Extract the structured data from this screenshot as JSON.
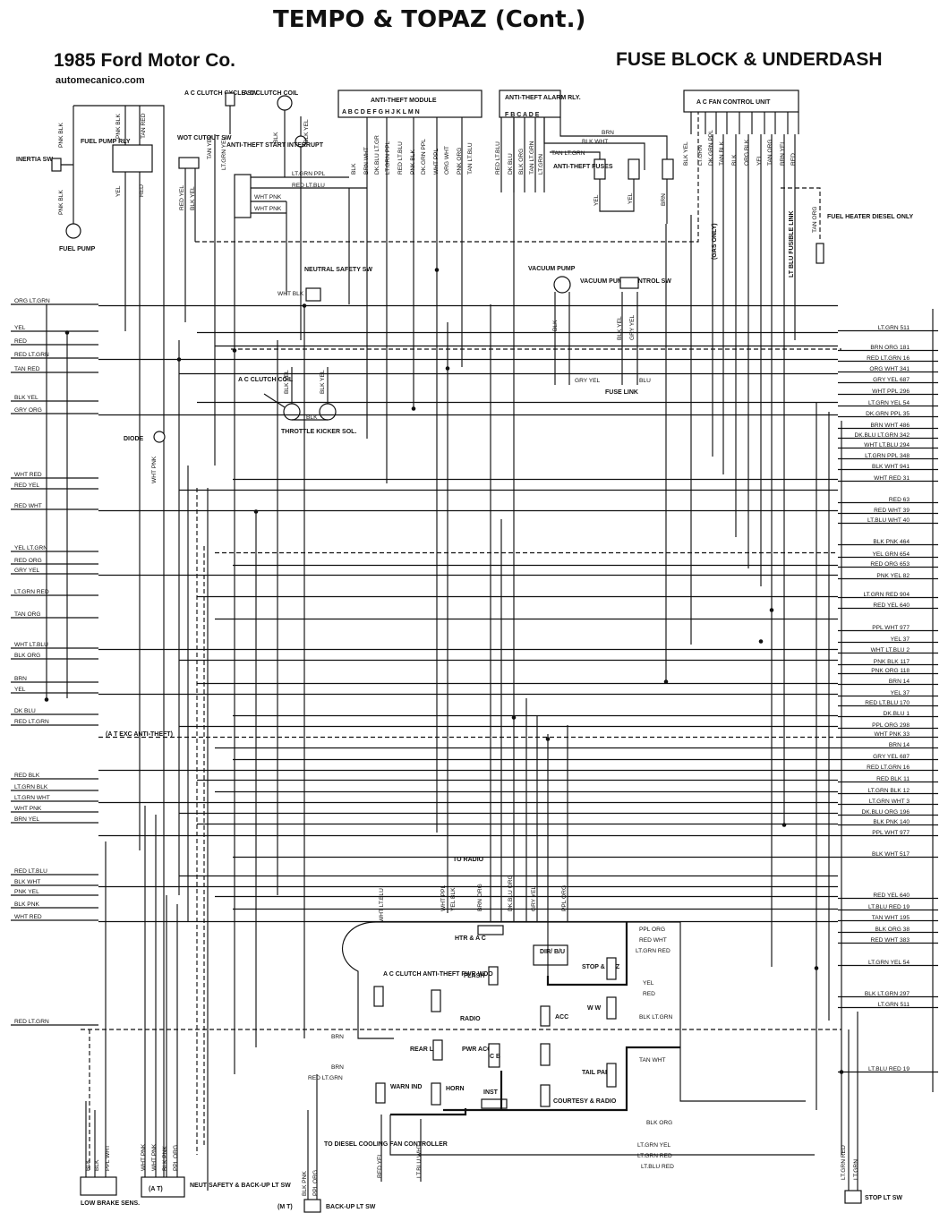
{
  "header": {
    "title": "TEMPO & TOPAZ (Cont.)",
    "subtitle": "1985 Ford Motor Co.",
    "website": "automecanico.com",
    "section": "FUSE BLOCK & UNDERDASH"
  },
  "components": {
    "inertia_sw": "INERTIA SW",
    "fuel_pump_rly": "FUEL PUMP RLY",
    "fuel_pump": "FUEL PUMP",
    "ac_clutch_cycle_sw": "A C CLUTCH CYCLE SW",
    "ac_clutch_coil_top": "A C CLUTCH COIL",
    "wot_cutout_sw": "WOT CUTOUT SW",
    "anti_theft_start_interrupt": "ANTI-THEFT START INTERRUPT",
    "anti_theft_module": "ANTI-THEFT MODULE",
    "anti_theft_module_pins": "A B C D E F G H J K L M N",
    "anti_theft_alarm_rly": "ANTI-THEFT ALARM RLY.",
    "alarm_pins": "F B C A D E",
    "anti_theft_fuses": "ANTI-THEFT FUSES",
    "ac_fan_control_unit": "A C FAN CONTROL UNIT",
    "fuel_heater_diesel_only": "FUEL HEATER DIESEL ONLY",
    "gas_only": "(GAS ONLY)",
    "fusible_link": "LT BLU FUSIBLE LINK",
    "neutral_safety_sw": "NEUTRAL SAFETY SW",
    "vacuum_pump": "VACUUM PUMP",
    "vacuum_pump_control_sw": "VACUUM PUMP CONTROL SW",
    "fuse_link": "FUSE LINK",
    "ac_clutch_coil_mid": "A C CLUTCH COIL",
    "throttle_kicker_sol": "THROTTLE KICKER SOL.",
    "diode": "DIODE",
    "at_exc_anti_theft": "(A T EXC ANTI-THEFT)",
    "to_radio": "TO RADIO",
    "low_brake_sens": "LOW BRAKE SENS.",
    "neut_safety_backup_lt_sw": "NEUT SAFETY & BACK-UP LT SW",
    "at": "(A T)",
    "to_diesel_cooling_fan_controller": "TO DIESEL COOLING FAN CONTROLLER",
    "mt": "(M T)",
    "back_up_lt_sw": "BACK-UP LT SW",
    "stop_lt_sw": "STOP LT SW"
  },
  "fuse_block": {
    "htr_ac": "HTR & A C",
    "dir_bu": "DIR/ B/U",
    "flash": "FLASH",
    "stop_haz": "STOP & HAZ",
    "ac_clutch_anti_theft_pwr_wdo": "A C CLUTCH ANTI-THEFT PWR WDO",
    "radio": "RADIO",
    "acc": "ACC",
    "w_w": "W W",
    "rear_lt": "REAR LT",
    "pwr_acc": "PWR ACC",
    "cb": "C B",
    "tail_park": "TAIL PARK",
    "warn_ind": "WARN IND",
    "horn": "HORN",
    "inst": "INST",
    "courtesy_radio": "COURTESY & RADIO"
  },
  "left_wires": [
    "ORG LT.GRN",
    "YEL",
    "RED",
    "RED LT.GRN",
    "TAN RED",
    "BLK YEL",
    "GRY ORG",
    "WHT RED",
    "RED YEL",
    "RED WHT",
    "YEL LT.GRN",
    "RED ORG",
    "GRY YEL",
    "LT.GRN RED",
    "TAN ORG",
    "WHT LT.BLU",
    "BLK ORG",
    "BRN",
    "YEL",
    "DK BLU",
    "RED LT.GRN",
    "RED BLK",
    "LT.GRN BLK",
    "LT.GRN WHT",
    "WHT PNK",
    "BRN YEL",
    "RED LT.BLU",
    "BLK WHT",
    "PNK YEL",
    "BLK PNK",
    "WHT RED",
    "RED LT.GRN"
  ],
  "right_wires": [
    "LT.GRN 511",
    "BRN ORG 181",
    "RED LT.GRN 16",
    "ORG WHT 341",
    "GRY YEL 687",
    "WHT PPL 296",
    "LT.GRN YEL 54",
    "DK.GRN PPL 35",
    "BRN WHT 486",
    "DK.BLU LT.GRN 342",
    "WHT LT.BLU 294",
    "LT.GRN PPL 348",
    "BLK WHT 941",
    "WHT RED 31",
    "RED 63",
    "RED WHT 39",
    "LT.BLU WHT 40",
    "BLK PNK 464",
    "YEL GRN 654",
    "RED ORG 653",
    "PNK YEL 82",
    "LT.GRN RED 904",
    "RED YEL 640",
    "PPL WHT 977",
    "YEL 37",
    "WHT LT.BLU 2",
    "PNK BLK 117",
    "PNK ORG 118",
    "BRN 14",
    "YEL 37",
    "RED LT.BLU 170",
    "DK.BLU 1",
    "PPL ORG 298",
    "WHT PNK 33",
    "BRN 14",
    "GRY YEL 687",
    "RED LT.GRN 16",
    "RED BLK 11",
    "LT.GRN BLK 12",
    "LT.GRN WHT 3",
    "DK.BLU ORG 196",
    "BLK PNK 140",
    "PPL WHT 977",
    "BLK WHT 517",
    "RED YEL 640",
    "LT.BLU RED 19",
    "TAN WHT 195",
    "BLK ORG 38",
    "RED WHT 383",
    "LT.GRN YEL 54",
    "BLK LT.GRN 297",
    "LT.GRN 511",
    "LT.BLU RED 19"
  ],
  "top_wires": {
    "pnk_blk_inertia": "PNK BLK",
    "pnk_blk_pump": "PNK BLK",
    "pnk_blk_rly": "PNK BLK",
    "tan_red": "TAN RED",
    "yel": "YEL",
    "red": "RED",
    "tan_yel": "TAN YEL",
    "lt_grn_yel": "LT.GRN YEL",
    "red_yel": "RED YEL",
    "blk_yel": "BLK YEL",
    "blk": "BLK",
    "blk_yel_2": "BLK YEL",
    "lt_grn_ppl": "LT.GRN PPL",
    "red_lt_blu": "RED LT.BLU",
    "wht_pnk": "WHT PNK",
    "wht_pnk_2": "WHT PNK",
    "module_pin_wires": [
      "BLK",
      "BRN WHT",
      "DK.BLU LT.GR",
      "LT.GRN PPL",
      "RED LT.BLU",
      "PNK BLK",
      "DK.GRN PPL",
      "WHT PPL",
      "ORG WHT",
      "PNK ORG",
      "TAN LT.BLU"
    ],
    "red_lt_blu_2": "RED LT.BLU",
    "wht_ppl": "WHT PPL",
    "alarm_wires": [
      "RED LT.BLU",
      "DK BLU",
      "BLK ORG",
      "TAN LT.GRN",
      "LT.GRN"
    ],
    "brn": "BRN",
    "blk_wht": "BLK WHT",
    "tan_lt_grn": "TAN LT.GRN",
    "yel_fuse": "YEL",
    "yel_fuse_2": "YEL",
    "brn_fuse": "BRN",
    "fan_unit_wires": [
      "BLK YEL",
      "LT.GRN",
      "DK.GRN PPL",
      "TAN BLK",
      "BLK",
      "ORG BLK",
      "YEL",
      "TAN ORG",
      "BRN YEL",
      "RED"
    ],
    "tan_org_heater": "TAN ORG",
    "blk_vac": "BLK",
    "blk_yel_vac": "BLK YEL",
    "gry_yel_vac": "GRY YEL",
    "gry_yel_link": "GRY YEL",
    "blu_link": "BLU",
    "wht_blk": "WHT BLK",
    "blk_yel_ac": "BLK YEL",
    "blk_yel_ac2": "BLK YEL",
    "blk_sol": "BLK",
    "wht_pnk_diode": "WHT PNK"
  },
  "bottom_wires": {
    "wht_lt_blu": "WHT LT.BLU",
    "wht_ppl": "WHT PPL",
    "yel_blk": "YEL BLK",
    "brn_org": "BRN ORG",
    "dk_blu_org": "DK.BLU ORG",
    "gry_yel": "GRY YEL",
    "ppl_org": "PPL ORG",
    "ppl_org_r": "PPL ORG",
    "red_wht_r": "RED WHT",
    "lt_grn_red_r": "LT.GRN RED",
    "yel_r": "YEL",
    "red_r": "RED",
    "blk_lt_grn_r": "BLK LT.GRN",
    "tan_wht_r": "TAN WHT",
    "brn_l": "BRN",
    "brn_l2": "BRN",
    "red_lt_grn_l": "RED LT.GRN",
    "blk_org_b": "BLK ORG",
    "lt_grn_yel_b": "LT.GRN YEL",
    "lt_grn_red_b": "LT.GRN RED",
    "lt_blu_red_b": "LT.BLU RED",
    "blk_low": "BLK",
    "blk_low2": "BLK",
    "ppl_wht_low": "PPL WHT",
    "wht_pnk_at": "WHT PNK",
    "wht_pnk_at2": "WHT PNK",
    "blk_pnk_at": "BLK PNK",
    "ppl_org_at": "PPL ORG",
    "blk_pnk_mt": "BLK PNK",
    "ppl_org_mt": "PPL ORG",
    "red_yel_mt": "RED YEL",
    "lt_blu_wht": "LT.BLU WHT",
    "lt_grn_red_stop": "LT.GRN RED",
    "lt_grn_stop": "LT.GRN"
  }
}
